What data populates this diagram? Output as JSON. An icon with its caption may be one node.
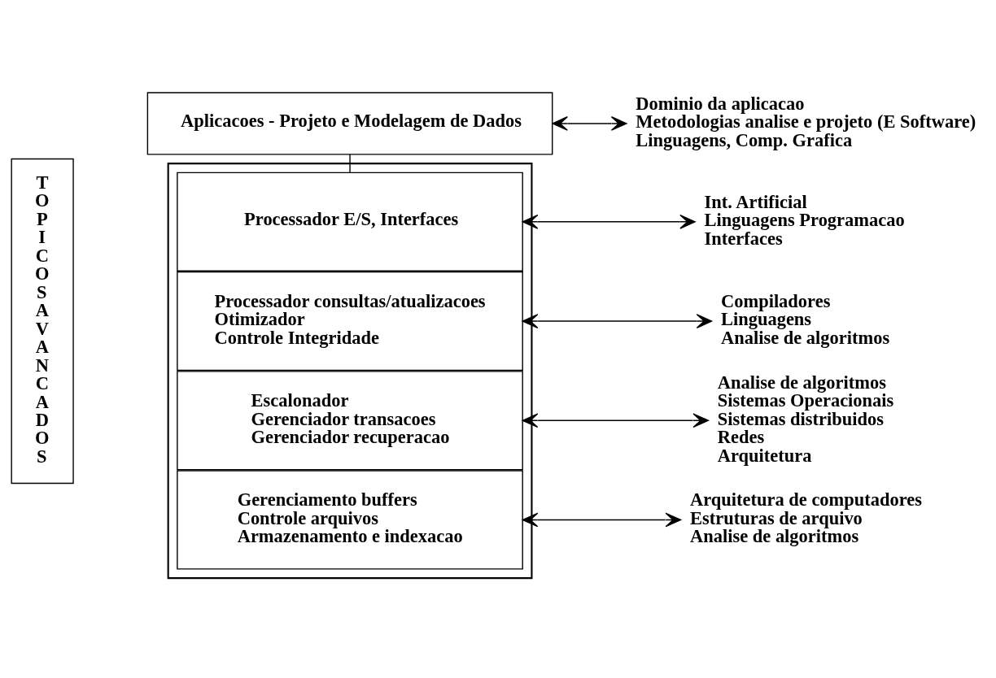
{
  "diagram": {
    "nodes": [
      {
        "text": [
          "T O P I C O S A V A N C A D O S"
        ]
      },
      {
        "text": [
          "Aplicacoes - Projeto e Modelagem de Dados"
        ]
      },
      {
        "text": [
          "Dominio da aplicacao",
          "Metodologias analise e projeto (E Software)",
          "Linguagens, Comp. Grafica"
        ]
      },
      {
        "text": [],
        "shape": "box"
      },
      {
        "text": [
          "Processador E/S, Interfaces"
        ],
        "in": 3
      },
      {
        "text": [
          "Int. Artificial",
          "Linguagens Programacao",
          "Interfaces"
        ]
      },
      {
        "text": [
          "Processador consultas/atualizacoes",
          "Otimizador",
          "Controle Integridade"
        ],
        "in": 3
      },
      {
        "text": [
          "Compiladores",
          "Linguagens",
          "Analise de algoritmos"
        ]
      },
      {
        "text": [
          "Escalonador",
          "Gerenciador transacoes",
          "Gerenciador recuperacao"
        ],
        "in": 3
      },
      {
        "text": [
          "Analise de algoritmos",
          "Sistemas Operacionais",
          "Sistemas distribuidos",
          "Redes",
          "Arquitetura"
        ]
      },
      {
        "text": [
          "Gerenciamento buffers",
          "Controle arquivos",
          "Armazenamento e indexacao"
        ],
        "in": 3
      },
      {
        "text": [
          "Arquitetura de computadores",
          "Estruturas de arquivo",
          "Analise de algoritmos"
        ]
      }
    ],
    "edges": [
      {
        "from": 1,
        "to": 2,
        "arrow": "both"
      },
      {
        "from": 1,
        "to": 3,
        "arrow": "none"
      },
      {
        "from": 4,
        "to": 5,
        "arrow": "both"
      },
      {
        "from": 6,
        "to": 7,
        "arrow": "both"
      },
      {
        "from": 8,
        "to": 9,
        "arrow": "both"
      },
      {
        "from": 10,
        "to": 11,
        "arrow": "both"
      }
    ]
  }
}
